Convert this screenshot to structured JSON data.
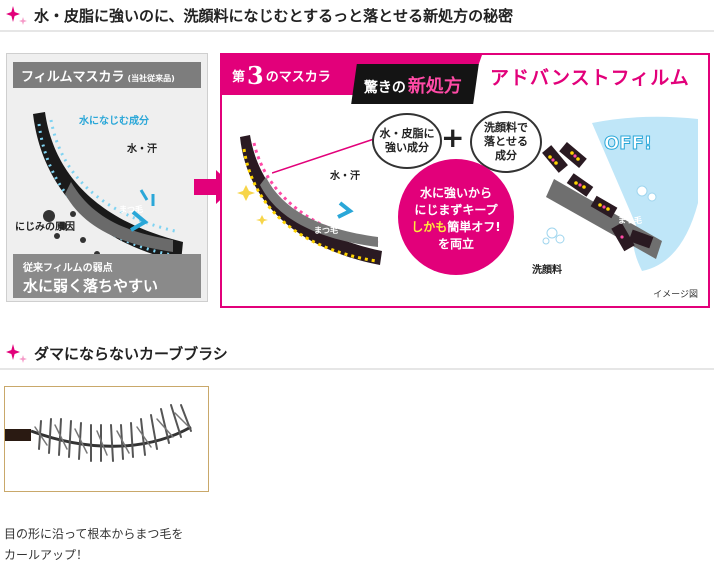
{
  "section1": {
    "heading": "水・皮脂に強いのに、洗顔料になじむとするっと落とせる新処方の秘密"
  },
  "left_panel": {
    "title": "フィルムマスカラ",
    "title_note": "(当社従来品)",
    "label_water_affinity": "水になじむ成分",
    "label_water_sweat": "水・汗",
    "label_lash": "まつ毛",
    "label_smudge_cause": "にじみの原因",
    "weak_point_label": "従来フィルムの弱点",
    "weak_point_text": "水に弱く落ちやすい"
  },
  "right_panel": {
    "banner_prefix": "第",
    "banner_number": "3",
    "banner_suffix": "のマスカラ",
    "tag_part1": "驚きの",
    "tag_part2": "新処方",
    "advanced_title": "アドバンストフィルム",
    "oval1": [
      "水・皮脂に",
      "強い成分"
    ],
    "plus": "+",
    "oval2": [
      "洗顔料で",
      "落とせる",
      "成分"
    ],
    "circle_line1": "水に強いから",
    "circle_line2": "にじまずキープ",
    "circle_line3_yellow": "しかも",
    "circle_line3_rest": "簡単オフ!",
    "circle_line4": "を両立",
    "label_water_sweat": "水・汗",
    "label_lash": "まつ毛",
    "label_off": "OFF!",
    "label_cleanser": "洗顔料",
    "image_note": "イメージ図"
  },
  "section2": {
    "heading": "ダマにならないカーブブラシ",
    "description_line1": "目の形に沿って根本からまつ毛を",
    "description_line2": "カールアップ！"
  },
  "colors": {
    "accent_magenta": "#e2007a",
    "panel_gray": "#7d7d7d",
    "water_blue": "#2aa7d8"
  }
}
